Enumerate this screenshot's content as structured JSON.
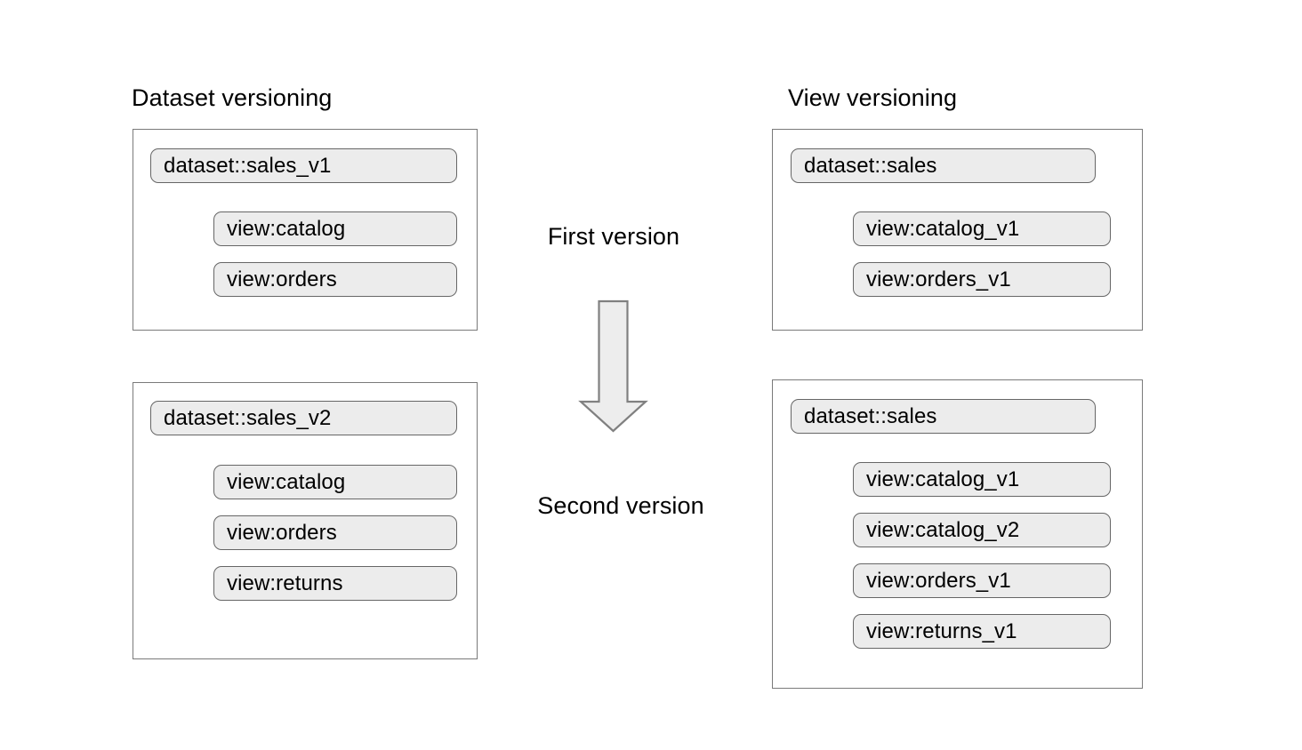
{
  "diagram": {
    "columns": [
      {
        "title": "Dataset versioning",
        "groups": [
          {
            "name": "first-version",
            "dataset": "dataset::sales_v1",
            "views": [
              "view:catalog",
              "view:orders"
            ]
          },
          {
            "name": "second-version",
            "dataset": "dataset::sales_v2",
            "views": [
              "view:catalog",
              "view:orders",
              "view:returns"
            ]
          }
        ]
      },
      {
        "title": "View versioning",
        "groups": [
          {
            "name": "first-version",
            "dataset": "dataset::sales",
            "views": [
              "view:catalog_v1",
              "view:orders_v1"
            ]
          },
          {
            "name": "second-version",
            "dataset": "dataset::sales",
            "views": [
              "view:catalog_v1",
              "view:catalog_v2",
              "view:orders_v1",
              "view:returns_v1"
            ]
          }
        ]
      }
    ],
    "center": {
      "first_label": "First version",
      "second_label": "Second version",
      "arrow_icon": "down-arrow-icon"
    },
    "colors": {
      "pill_fill": "#ececec",
      "pill_border": "#666666",
      "box_border": "#7a7a7a",
      "arrow_fill": "#ededed",
      "arrow_border": "#808080",
      "text": "#000000",
      "background": "#ffffff"
    }
  }
}
